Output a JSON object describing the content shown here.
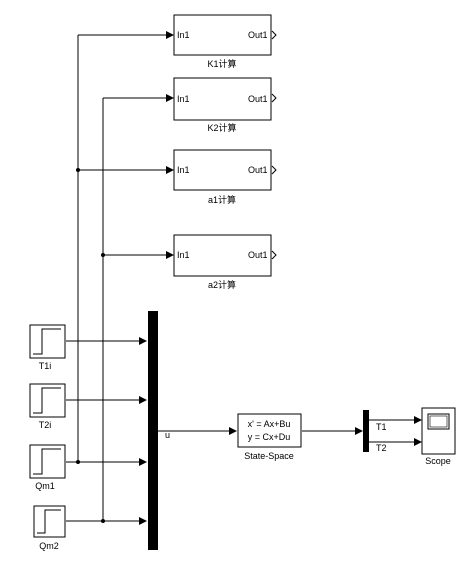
{
  "subsystems": [
    {
      "label": "K1计算",
      "in_port": "In1",
      "out_port": "Out1"
    },
    {
      "label": "K2计算",
      "in_port": "In1",
      "out_port": "Out1"
    },
    {
      "label": "a1计算",
      "in_port": "In1",
      "out_port": "Out1"
    },
    {
      "label": "a2计算",
      "in_port": "In1",
      "out_port": "Out1"
    }
  ],
  "sources": [
    {
      "label": "T1i",
      "icon": "step-icon"
    },
    {
      "label": "T2i",
      "icon": "step-icon"
    },
    {
      "label": "Qm1",
      "icon": "step-icon"
    },
    {
      "label": "Qm2",
      "icon": "step-icon"
    }
  ],
  "mux": {
    "signal_label": "u"
  },
  "state_space": {
    "line1": "x' = Ax+Bu",
    "line2": "y = Cx+Du",
    "label": "State-Space"
  },
  "demux": {
    "out1": "T1",
    "out2": "T2"
  },
  "scope": {
    "label": "Scope",
    "icon": "scope-icon"
  }
}
